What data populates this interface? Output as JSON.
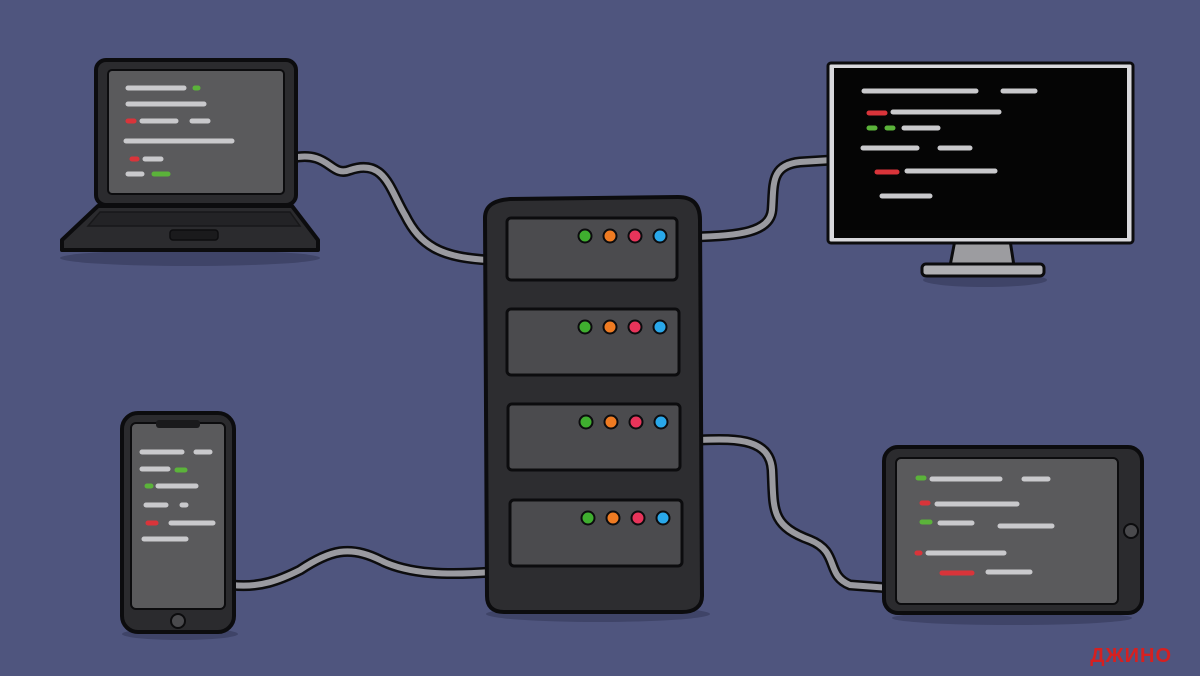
{
  "brand": {
    "text": "ДЖИНО",
    "color": "#d62020"
  },
  "colors": {
    "background": "#4f557e",
    "device_body": "#2b2b2e",
    "device_outline": "#0c0c0e",
    "screen_gray": "#5a5a5c",
    "screen_black": "#050505",
    "server_body": "#2d2d30",
    "server_unit": "#4b4b4e",
    "cable": "#9a9aa0",
    "code_white": "#c9c9cc",
    "code_red": "#d9343a",
    "code_green": "#5bb33a"
  },
  "server": {
    "unit_count": 4,
    "led_colors": [
      "#3fae2f",
      "#ef7b22",
      "#e8345a",
      "#29a8ea"
    ]
  },
  "devices": [
    {
      "name": "laptop",
      "icon": "laptop-icon"
    },
    {
      "name": "desktop-monitor",
      "icon": "monitor-icon"
    },
    {
      "name": "smartphone",
      "icon": "phone-icon"
    },
    {
      "name": "tablet",
      "icon": "tablet-icon"
    }
  ]
}
